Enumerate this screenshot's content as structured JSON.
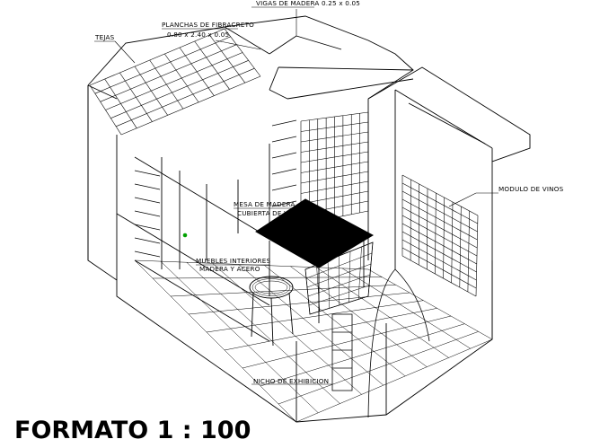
{
  "labels": {
    "vigas": "VIGAS DE MADERA 0.25 x 0.05",
    "planchas_1": "PLANCHAS DE FIBRACRETO",
    "planchas_2": "0.80 x 2.40 x 0.05",
    "tejas": "TEJAS",
    "modulo": "MODULO DE VINOS",
    "mesa_1": "MESA DE MADERA",
    "mesa_2": "CUBIERTA DE VIDRIO",
    "muebles_1": "MUEBLES INTERIORES",
    "muebles_2": "MADERA Y ACERO",
    "nicho": "NICHO DE EXHIBICION"
  },
  "scale_text": "FORMATO  1 : 100",
  "colors": {
    "line": "#000000",
    "background": "#ffffff",
    "marker": "#00a000"
  }
}
